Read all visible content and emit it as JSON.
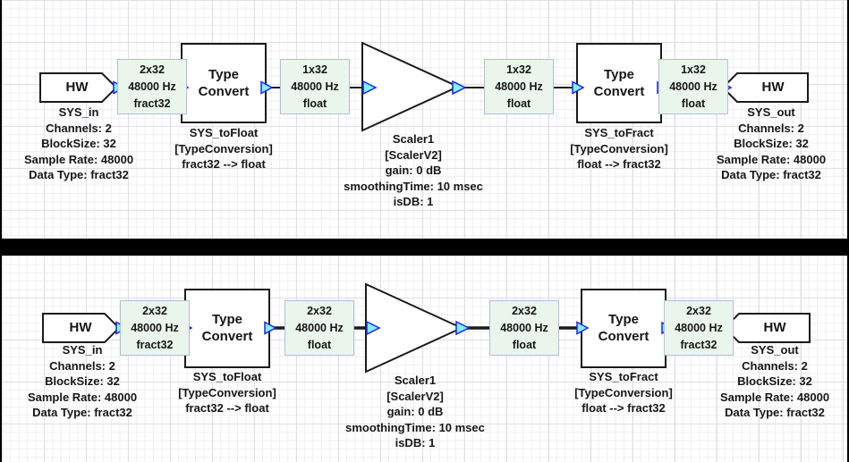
{
  "colors": {
    "canvas_bg": "#ffffff",
    "frame_bg": "#000000",
    "grid_minor": "#efeff2",
    "grid_major": "#dfdfe6",
    "wire": "#1a1a1a",
    "block_border": "#1a1a1a",
    "block_fill": "#ffffff",
    "wire_label_bg": "#eaf6ec",
    "wire_label_border": "#b4bbe4",
    "pin_fill": "#7df2fa",
    "pin_border": "#2222ee",
    "text": "#161616"
  },
  "panels": [
    {
      "id": "top",
      "hw_in": {
        "label": "HW",
        "caption": [
          "SYS_in",
          "Channels: 2",
          "BlockSize: 32",
          "Sample Rate: 48000",
          "Data Type: fract32"
        ]
      },
      "wire1": [
        "2x32",
        "48000 Hz",
        "fract32"
      ],
      "conv1": {
        "label": [
          "Type",
          "Convert"
        ],
        "caption": [
          "SYS_toFloat",
          "[TypeConversion]",
          "fract32 --> float"
        ]
      },
      "wire2": [
        "1x32",
        "48000 Hz",
        "float"
      ],
      "scaler": {
        "caption": [
          "Scaler1",
          "[ScalerV2]",
          "gain: 0 dB",
          "smoothingTime: 10 msec",
          "isDB: 1"
        ]
      },
      "wire3": [
        "1x32",
        "48000 Hz",
        "float"
      ],
      "conv2": {
        "label": [
          "Type",
          "Convert"
        ],
        "caption": [
          "SYS_toFract",
          "[TypeConversion]",
          "float --> fract32"
        ]
      },
      "wire4": [
        "1x32",
        "48000 Hz",
        "float"
      ],
      "hw_out": {
        "label": "HW",
        "caption": [
          "SYS_out",
          "Channels: 2",
          "BlockSize: 32",
          "Sample Rate: 48000",
          "Data Type: fract32"
        ]
      }
    },
    {
      "id": "bottom",
      "hw_in": {
        "label": "HW",
        "caption": [
          "SYS_in",
          "Channels: 2",
          "BlockSize: 32",
          "Sample Rate: 48000",
          "Data Type: fract32"
        ]
      },
      "wire1": [
        "2x32",
        "48000 Hz",
        "fract32"
      ],
      "conv1": {
        "label": [
          "Type",
          "Convert"
        ],
        "caption": [
          "SYS_toFloat",
          "[TypeConversion]",
          "fract32 --> float"
        ]
      },
      "wire2": [
        "2x32",
        "48000 Hz",
        "float"
      ],
      "scaler": {
        "caption": [
          "Scaler1",
          "[ScalerV2]",
          "gain: 0 dB",
          "smoothingTime: 10 msec",
          "isDB: 1"
        ]
      },
      "wire3": [
        "2x32",
        "48000 Hz",
        "float"
      ],
      "conv2": {
        "label": [
          "Type",
          "Convert"
        ],
        "caption": [
          "SYS_toFract",
          "[TypeConversion]",
          "float --> fract32"
        ]
      },
      "wire4": [
        "2x32",
        "48000 Hz",
        "fract32"
      ],
      "hw_out": {
        "label": "HW",
        "caption": [
          "SYS_out",
          "Channels: 2",
          "BlockSize: 32",
          "Sample Rate: 48000",
          "Data Type: fract32"
        ]
      }
    }
  ]
}
